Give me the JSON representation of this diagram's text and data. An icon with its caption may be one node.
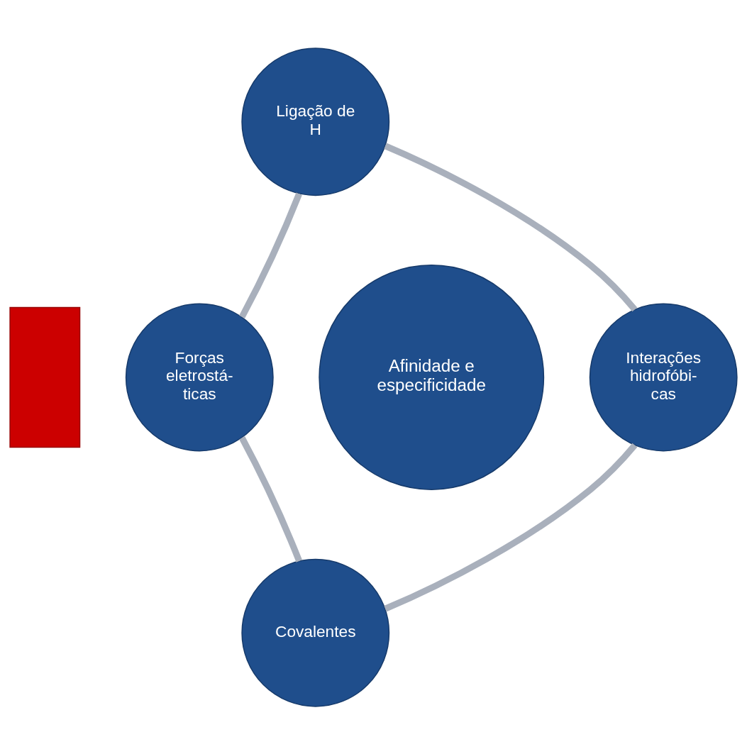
{
  "diagram": {
    "nodes": [
      {
        "text": [
          "Ligação de H"
        ]
      },
      {
        "text": [
          "Forças eletrostá- ticas"
        ]
      },
      {
        "text": [
          "Afinidade e especificidade"
        ]
      },
      {
        "text": [
          "Interações hidrofóbi- cas"
        ]
      },
      {
        "text": [
          "Covalentes"
        ]
      },
      {
        "text": [],
        "shape": "box"
      }
    ],
    "edges": [
      {
        "from": 0,
        "to": 3,
        "arrow": "none"
      },
      {
        "from": 3,
        "to": 4,
        "arrow": "none"
      },
      {
        "from": 4,
        "to": 1,
        "arrow": "none"
      },
      {
        "from": 1,
        "to": 0,
        "arrow": "none"
      }
    ]
  }
}
